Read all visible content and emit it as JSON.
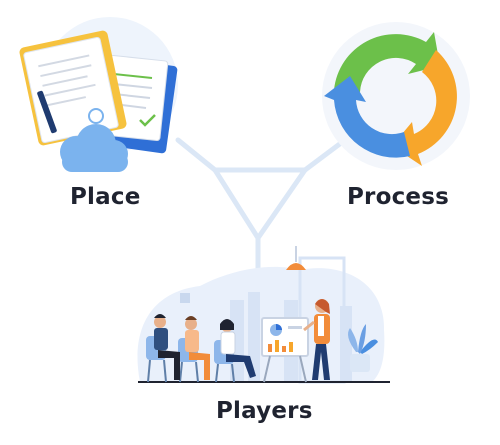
{
  "nodes": {
    "place": {
      "label": "Place"
    },
    "process": {
      "label": "Process"
    },
    "players": {
      "label": "Players"
    }
  },
  "colors": {
    "connector": "#dbe7f6",
    "label": "#1f2330",
    "cycle_green": "#6cc04a",
    "cycle_orange": "#f7a62b",
    "cycle_blue": "#4a8fe0",
    "cloud": "#7bb3ee",
    "folder_yellow": "#f6c23e",
    "folder_blue": "#2f6fd6"
  },
  "icons": {
    "place": "documents-cloud-icon",
    "process": "cycle-arrows-icon",
    "players": "team-meeting-illustration"
  }
}
